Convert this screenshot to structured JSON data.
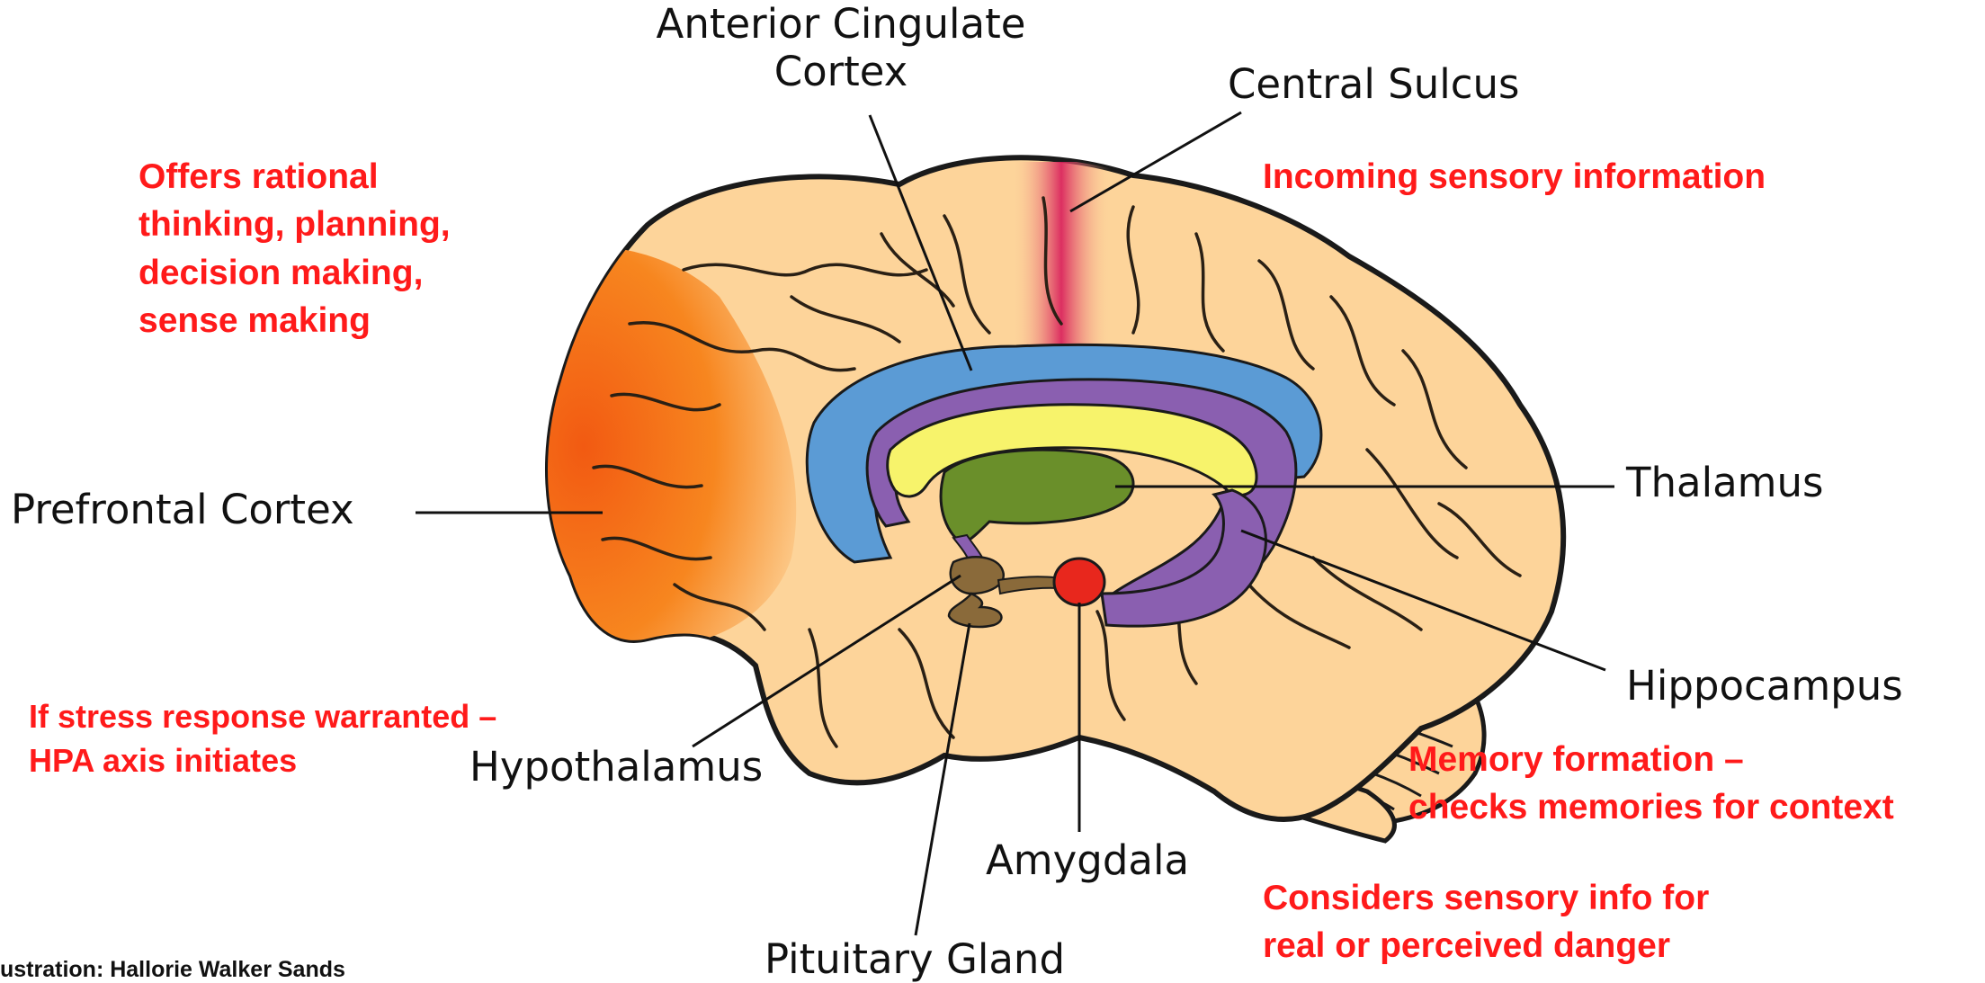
{
  "labels": {
    "acc_line1": "Anterior Cingulate",
    "acc_line2": "Cortex",
    "central_sulcus": "Central Sulcus",
    "prefrontal": "Prefrontal Cortex",
    "thalamus": "Thalamus",
    "hippocampus": "Hippocampus",
    "hypothalamus": "Hypothalamus",
    "amygdala": "Amygdala",
    "pituitary": "Pituitary Gland"
  },
  "notes": {
    "prefrontal_role": [
      "Offers rational",
      "thinking, planning,",
      "decision making,",
      "sense making"
    ],
    "sensory": "Incoming sensory information",
    "hpa": [
      "If stress response warranted –",
      "HPA axis initiates"
    ],
    "memory": [
      "Memory formation –",
      "checks memories for context"
    ],
    "danger": [
      "Considers sensory info for",
      "real or perceived danger"
    ]
  },
  "credit": "ustration: Hallorie Walker Sands",
  "colors": {
    "note_text": "#ff1a1a",
    "brain_base": "#fdd49a",
    "prefrontal": "#f26b1d",
    "central_sulcus": "#d81c5a",
    "cingulate": "#5b9bd5",
    "fornix": "#8a5fb0",
    "corpus": "#f7f36b",
    "thalamus": "#6a8f2a",
    "amygdala": "#e8271d",
    "pituitary": "#8a6a3a"
  }
}
